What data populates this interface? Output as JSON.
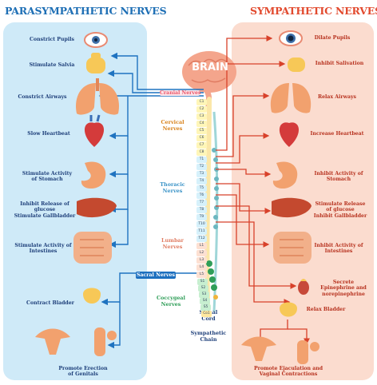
{
  "headings": {
    "left": "PARASYMPATHETIC NERVES",
    "right": "SYMPATHETIC NERVES"
  },
  "brain": {
    "label": "BRAIN"
  },
  "left_labels": [
    "Constrict Pupils",
    "Stimulate Salvia",
    "Constrict Airways",
    "Slow Heartbeat",
    "Stimulate Activity\nof Stomach",
    "Inhibit Release of\nglucose\nStimulate Gallbladder",
    "Stimulate Activity of\nIntestines",
    "Contract Bladder",
    "Promote Erection\nof Genitals"
  ],
  "right_labels": [
    "Dilate Pupils",
    "Inhibit Salivation",
    "Relax Airways",
    "Increase Heartbeat",
    "Inhibit Activity of\nStomach",
    "Stimulate Release\nof glucose\nInhibit Gallbladder",
    "Inhibit Activity of\nIntestines",
    "Secrete\nEpinephrine and\nnorepinephrine",
    "Relax Bladder",
    "Promote Ejaculation and\nVaginal Contractions"
  ],
  "nerve_labels": {
    "cranial": "Cranial Nerves",
    "sacral": "Sacral Nerves",
    "cervical": "Cervical\nNerves",
    "thoracic": "Thoracic\nNerves",
    "lumbar": "Lumbar\nNerves",
    "coccygeal": "Coccygeal\nNerves",
    "spinal_cord": "Spinal\nCord",
    "sympathetic_chain": "Sympathetic\nChain"
  },
  "vertebrae": {
    "cervical": [
      "C1",
      "C2",
      "C3",
      "C4",
      "C5",
      "C6",
      "C7",
      "C8"
    ],
    "thoracic": [
      "T1",
      "T2",
      "T3",
      "T4",
      "T5",
      "T6",
      "T7",
      "T8",
      "T9",
      "T10",
      "T11",
      "T12"
    ],
    "lumbar": [
      "L1",
      "L2",
      "L3",
      "L4",
      "L5"
    ],
    "sacral": [
      "S1",
      "S2",
      "S3",
      "S4",
      "S5"
    ],
    "coccygeal": [
      "Co1"
    ]
  },
  "colors": {
    "parasympathetic": "#1f73c0",
    "sympathetic": "#d8412a",
    "cervical": "#fff6b8",
    "thoracic": "#d6f1fb",
    "lumbar": "#fde0d2",
    "sacral": "#c7efd0",
    "coccygeal": "#ffe8a0",
    "cranial_label": "#e9566a",
    "sacral_label": "#1c6fbf"
  }
}
